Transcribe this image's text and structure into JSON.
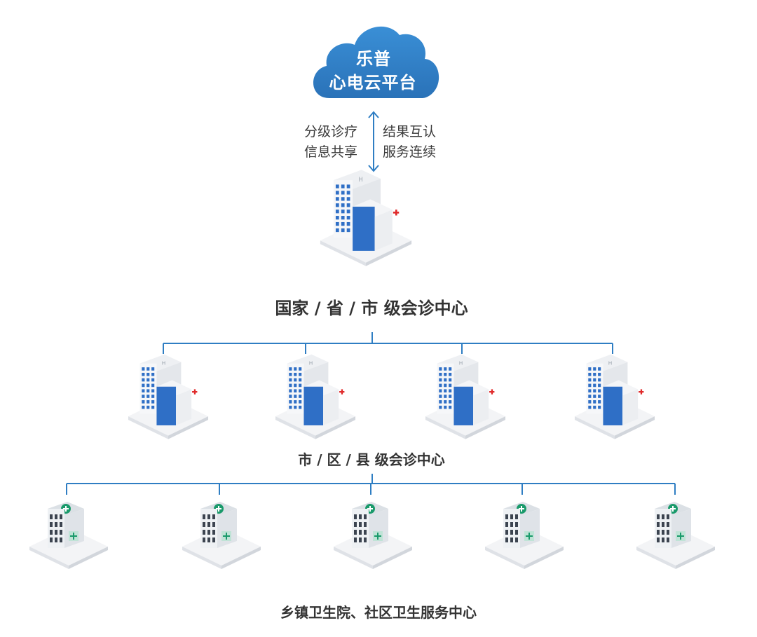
{
  "cloud": {
    "line1": "乐普",
    "line2": "心电云平台",
    "fill": "#2f7ec3"
  },
  "link": {
    "left_line1": "分级诊疗",
    "left_line2": "信息共享",
    "right_line1": "结果互认",
    "right_line2": "服务连续"
  },
  "tiers": [
    {
      "label": "国家 / 省 / 市 级会诊中心",
      "building": "hospital-large",
      "count": 1
    },
    {
      "label": "市 / 区 / 县 级会诊中心",
      "building": "hospital",
      "count": 4
    },
    {
      "label": "乡镇卫生院、社区卫生服务中心",
      "building": "clinic",
      "count": 5
    }
  ],
  "colors": {
    "connector": "#2f7ec3",
    "glass": "#2f6fc6",
    "cross": "#e02a2a",
    "clinic_roof": "#1a9a6b"
  }
}
